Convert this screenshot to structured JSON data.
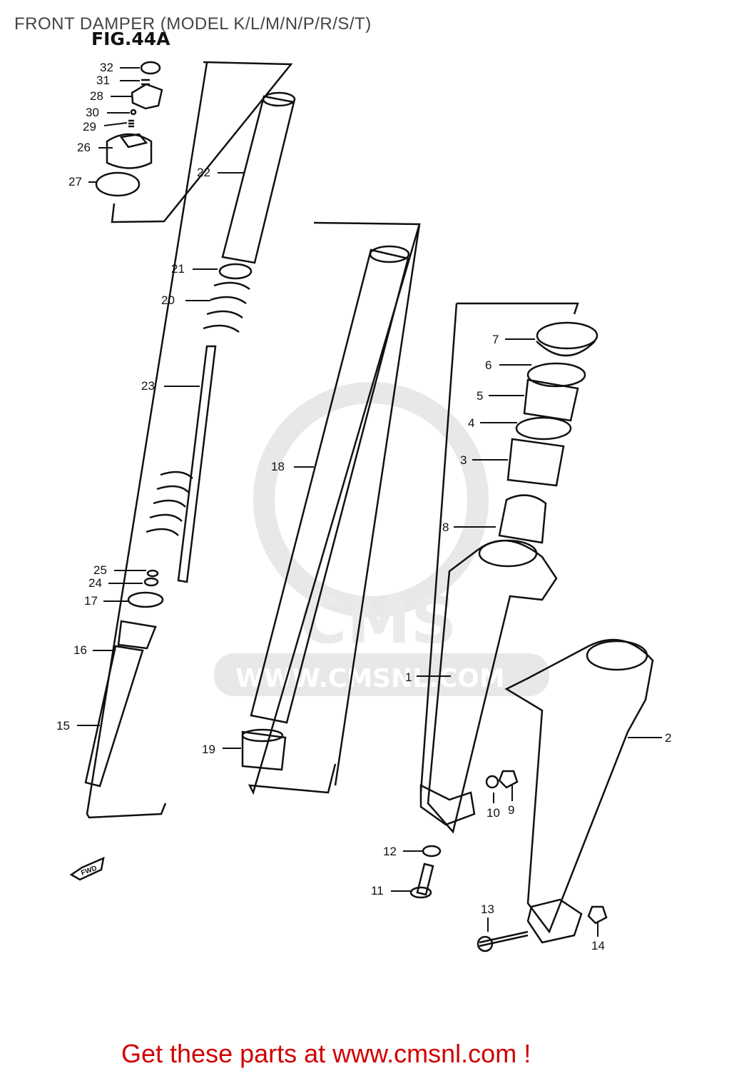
{
  "header": {
    "title": "FRONT DAMPER (MODEL K/L/M/N/P/R/S/T)"
  },
  "figure": {
    "label": "FIG.44A"
  },
  "watermark": {
    "logo_text": "CMS",
    "url_text": "WWW.CMSNL.COM"
  },
  "fwd_badge": "FWD",
  "parts": [
    {
      "id": "32",
      "name": "part-32"
    },
    {
      "id": "31",
      "name": "part-31"
    },
    {
      "id": "28",
      "name": "part-28"
    },
    {
      "id": "30",
      "name": "part-30"
    },
    {
      "id": "29",
      "name": "part-29"
    },
    {
      "id": "26",
      "name": "part-26"
    },
    {
      "id": "27",
      "name": "part-27"
    },
    {
      "id": "22",
      "name": "part-22"
    },
    {
      "id": "21",
      "name": "part-21"
    },
    {
      "id": "20",
      "name": "part-20"
    },
    {
      "id": "23",
      "name": "part-23"
    },
    {
      "id": "25",
      "name": "part-25"
    },
    {
      "id": "24",
      "name": "part-24"
    },
    {
      "id": "17",
      "name": "part-17"
    },
    {
      "id": "16",
      "name": "part-16"
    },
    {
      "id": "15",
      "name": "part-15"
    },
    {
      "id": "18",
      "name": "part-18"
    },
    {
      "id": "19",
      "name": "part-19"
    },
    {
      "id": "7",
      "name": "part-7"
    },
    {
      "id": "6",
      "name": "part-6"
    },
    {
      "id": "5",
      "name": "part-5"
    },
    {
      "id": "4",
      "name": "part-4"
    },
    {
      "id": "3",
      "name": "part-3"
    },
    {
      "id": "8",
      "name": "part-8"
    },
    {
      "id": "1",
      "name": "part-1"
    },
    {
      "id": "2",
      "name": "part-2"
    },
    {
      "id": "10",
      "name": "part-10"
    },
    {
      "id": "9",
      "name": "part-9"
    },
    {
      "id": "12",
      "name": "part-12"
    },
    {
      "id": "11",
      "name": "part-11"
    },
    {
      "id": "13",
      "name": "part-13"
    },
    {
      "id": "14",
      "name": "part-14"
    }
  ],
  "footer": {
    "promo": "Get these parts at www.cmsnl.com !"
  }
}
